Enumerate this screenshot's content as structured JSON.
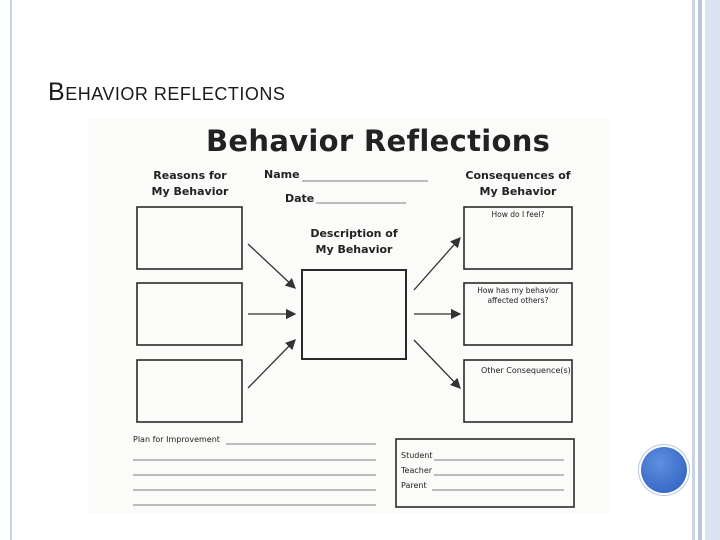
{
  "slide": {
    "title_first": "B",
    "title_rest": "EHAVIOR REFLECTIONS"
  },
  "worksheet": {
    "title": "Behavior Reflections",
    "reasons_heading_1": "Reasons for",
    "reasons_heading_2": "My Behavior",
    "name_label": "Name",
    "date_label": "Date",
    "description_heading_1": "Description of",
    "description_heading_2": "My Behavior",
    "consequences_heading_1": "Consequences of",
    "consequences_heading_2": "My Behavior",
    "q_feel": "How do I feel?",
    "q_affected_1": "How has my behavior",
    "q_affected_2": "affected others?",
    "q_other": "Other Consequence(s)",
    "plan_label": "Plan for Improvement",
    "student_label": "Student",
    "teacher_label": "Teacher",
    "parent_label": "Parent"
  },
  "colors": {
    "accent_orb": "#3a6bc6",
    "slide_border": "#c9d3e6"
  }
}
